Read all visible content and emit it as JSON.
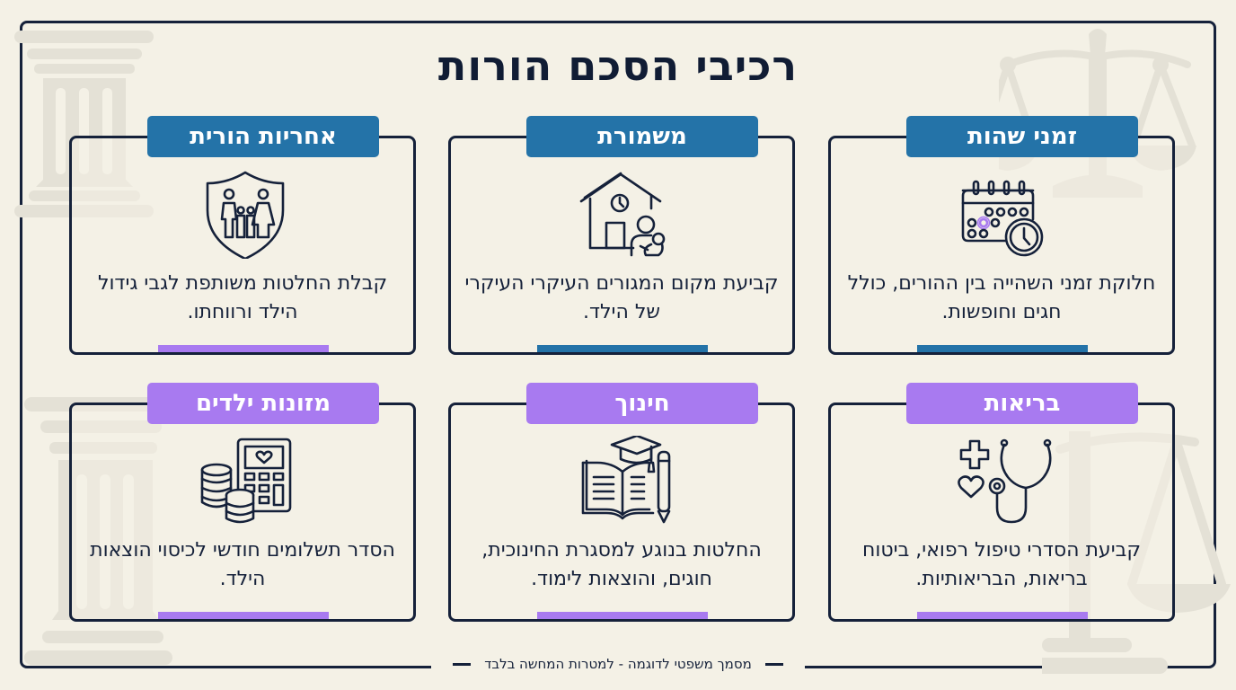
{
  "page": {
    "title": "רכיבי הסכם הורות",
    "footer": "מסמך משפטי לדוגמה - למטרות המחשה בלבד"
  },
  "colors": {
    "background": "#f4f1e6",
    "frame": "#15213a",
    "blue_tab": "#2473a8",
    "purple_tab": "#a87af0",
    "watermark": "#e4e1d6"
  },
  "cards": [
    {
      "title": "זמני שהות",
      "description": "חלוקת זמני השהייה בין ההורים, כולל חגים וחופשות.",
      "icon": "calendar-clock-icon",
      "color": "#2473a8"
    },
    {
      "title": "משמורת",
      "description": "קביעת מקום המגורים העיקרי העיקרי של הילד.",
      "icon": "house-parent-child-icon",
      "color": "#2473a8"
    },
    {
      "title": "אחריות הורית",
      "description": "קבלת החלטות משותפת לגבי גידול הילד ורווחתו.",
      "icon": "family-shield-icon",
      "color": "#2473a8",
      "accent": "#a87af0"
    },
    {
      "title": "בריאות",
      "description": "קביעת הסדרי טיפול רפואי, ביטוח בריאות, הבריאותיות.",
      "icon": "stethoscope-icon",
      "color": "#a87af0"
    },
    {
      "title": "חינוך",
      "description": "החלטות בנוגע למסגרת החינוכית, חוגים, והוצאות לימוד.",
      "icon": "book-graduation-icon",
      "color": "#a87af0"
    },
    {
      "title": "מזונות ילדים",
      "description": "הסדר תשלומים חודשי לכיסוי הוצאות הילד.",
      "icon": "calculator-coins-icon",
      "color": "#a87af0"
    }
  ]
}
